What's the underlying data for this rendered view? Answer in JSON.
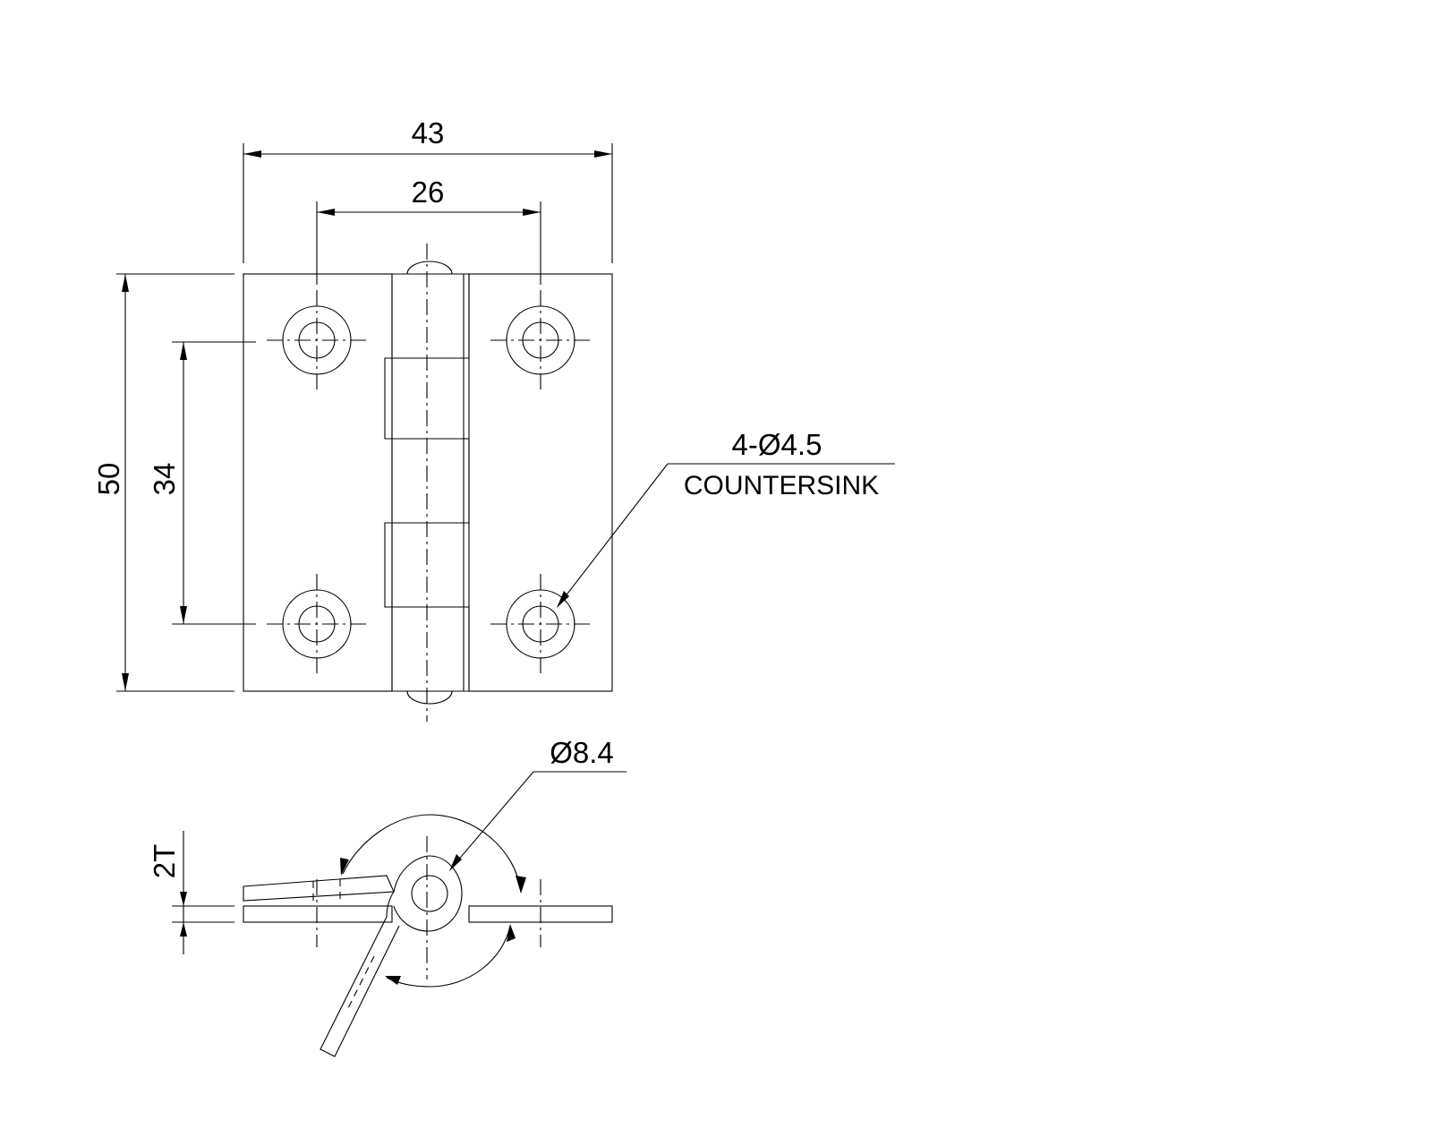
{
  "drawing": {
    "line_color": "#000000",
    "background": "#ffffff"
  },
  "dimensions": {
    "overall_width": "43",
    "hole_spacing_horizontal": "26",
    "overall_height": "50",
    "hole_spacing_vertical": "34",
    "thickness": "2T",
    "pin_diameter": "Ø8.4"
  },
  "callouts": {
    "hole_spec": "4-Ø4.5",
    "hole_note": "COUNTERSINK"
  }
}
